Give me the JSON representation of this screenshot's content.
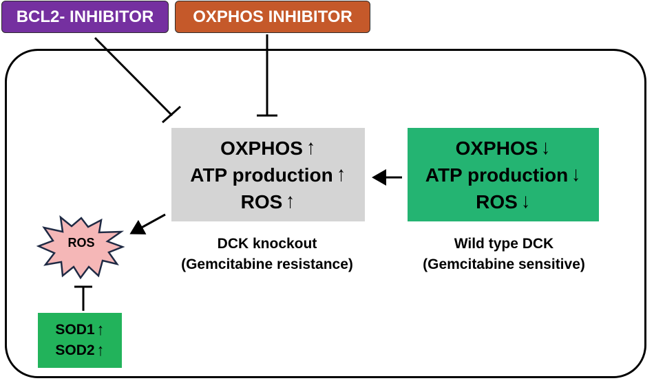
{
  "colors": {
    "bcl2_inhibitor": "#7530a0",
    "oxphos_inhibitor": "#c5592a",
    "knockout_box": "#d4d4d4",
    "wild_type_box": "#24b472",
    "sod_box": "#22b35b",
    "ros_star_fill": "#f5b7b7",
    "ros_star_stroke": "#1f2a44"
  },
  "inhibitors": {
    "bcl2": "BCL2- INHIBITOR",
    "oxphos": "OXPHOS INHIBITOR"
  },
  "dck_knockout": {
    "lines": [
      {
        "text": "OXPHOS",
        "trend": "↑"
      },
      {
        "text": "ATP production",
        "trend": "↑"
      },
      {
        "text": "ROS",
        "trend": "↑"
      }
    ],
    "caption": [
      "DCK knockout",
      "(Gemcitabine resistance)"
    ]
  },
  "wild_type": {
    "lines": [
      {
        "text": "OXPHOS",
        "trend": "↓"
      },
      {
        "text": "ATP production",
        "trend": "↓"
      },
      {
        "text": "ROS",
        "trend": "↓"
      }
    ],
    "caption": [
      "Wild type DCK",
      "(Gemcitabine sensitive)"
    ]
  },
  "ros_burst": {
    "label": "ROS"
  },
  "sod": {
    "lines": [
      {
        "text": "SOD1",
        "trend": "↑"
      },
      {
        "text": "SOD2",
        "trend": "↑"
      }
    ]
  },
  "icons": {
    "inhibition": "t-bar-inhibition-icon",
    "activation": "arrow-icon",
    "burst": "starburst-icon"
  }
}
